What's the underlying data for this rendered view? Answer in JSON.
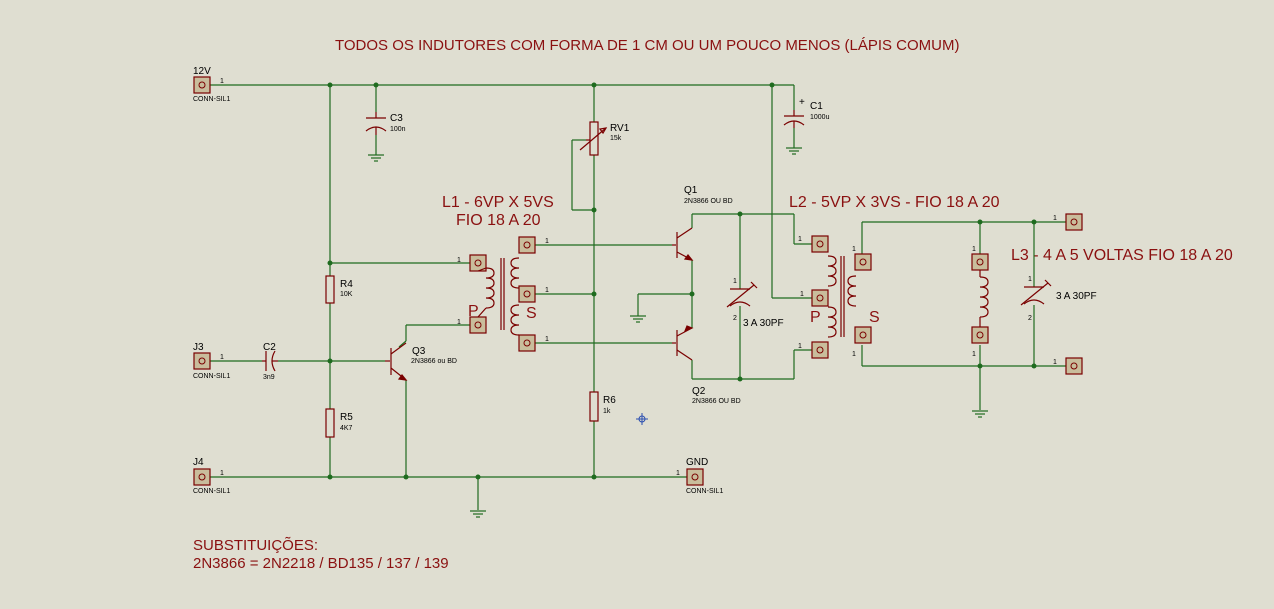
{
  "title": "TODOS OS INDUTORES COM FORMA DE 1 CM OU UM POUCO MENOS (LÁPIS COMUM)",
  "coil_notes": {
    "l1_line1": "L1 - 6VP X 5VS",
    "l1_line2": "FIO 18 A 20",
    "l2": "L2 - 5VP X 3VS  - FIO 18 A 20",
    "l3": "L3 - 4 A 5 VOLTAS FIO 18 A 20"
  },
  "substitutions": {
    "heading": "SUBSTITUIÇÕES:",
    "line": "2N3866 = 2N2218 / BD135 / 137 / 139"
  },
  "connectors": {
    "j12v": {
      "ref": "12V",
      "type": "CONN-SIL1",
      "pin": "1"
    },
    "j3": {
      "ref": "J3",
      "type": "CONN-SIL1",
      "pin": "1"
    },
    "j4": {
      "ref": "J4",
      "type": "CONN-SIL1",
      "pin": "1"
    },
    "gnd": {
      "ref": "GND",
      "type": "CONN-SIL1",
      "pin": "1"
    }
  },
  "components": {
    "c3": {
      "ref": "C3",
      "value": "100n"
    },
    "c1": {
      "ref": "C1",
      "value": "1000u",
      "polarity": "+"
    },
    "c2": {
      "ref": "C2",
      "value": "3n9"
    },
    "rv1": {
      "ref": "RV1",
      "value": "15k"
    },
    "r4": {
      "ref": "R4",
      "value": "10K"
    },
    "r5": {
      "ref": "R5",
      "value": "4K7"
    },
    "r6": {
      "ref": "R6",
      "value": "1k"
    },
    "q1": {
      "ref": "Q1",
      "value": "2N3866 OU BD"
    },
    "q2": {
      "ref": "Q2",
      "value": "2N3866 OU BD"
    },
    "q3": {
      "ref": "Q3",
      "value": "2N3866 ou BD"
    },
    "vc1": {
      "label": "3 A 30PF"
    },
    "vc2": {
      "label": "3 A 30PF"
    }
  },
  "winding_letters": {
    "l1_p": "P",
    "l1_s": "S",
    "l2_p": "P",
    "l2_s": "S"
  },
  "pin_numbers": {
    "one": "1",
    "two": "2"
  }
}
